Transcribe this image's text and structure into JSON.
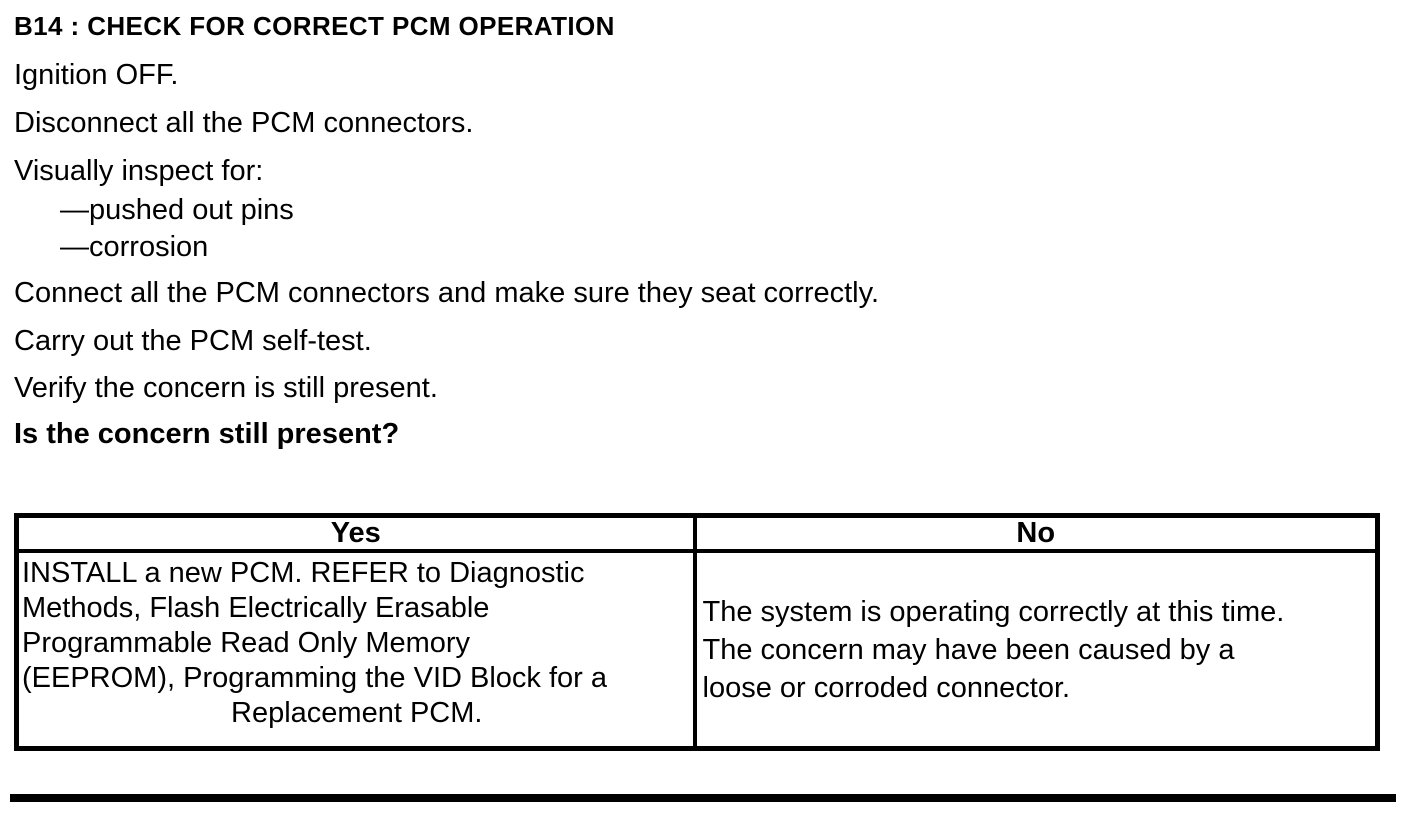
{
  "document": {
    "title": "B14 : CHECK FOR CORRECT PCM OPERATION",
    "steps": {
      "ignition": "Ignition OFF.",
      "disconnect": "Disconnect all the PCM connectors.",
      "inspect_intro": "Visually inspect for:",
      "inspect_items": [
        "—pushed out pins",
        "—corrosion"
      ],
      "connect": "Connect all the PCM connectors and make sure they seat correctly.",
      "selftest": "Carry out the PCM self-test.",
      "verify": "Verify the concern is still present."
    },
    "question": "Is the concern still present?"
  },
  "result_table": {
    "yes_header": "Yes",
    "no_header": "No",
    "yes_action_lines": [
      "INSTALL a new PCM. REFER to Diagnostic",
      "Methods, Flash Electrically Erasable",
      "Programmable Read Only Memory",
      "(EEPROM), Programming the VID Block for a",
      "Replacement PCM."
    ],
    "no_action_lines": [
      "The system is operating correctly at this time.",
      "The concern may have been caused by a",
      "loose or corroded connector."
    ]
  }
}
